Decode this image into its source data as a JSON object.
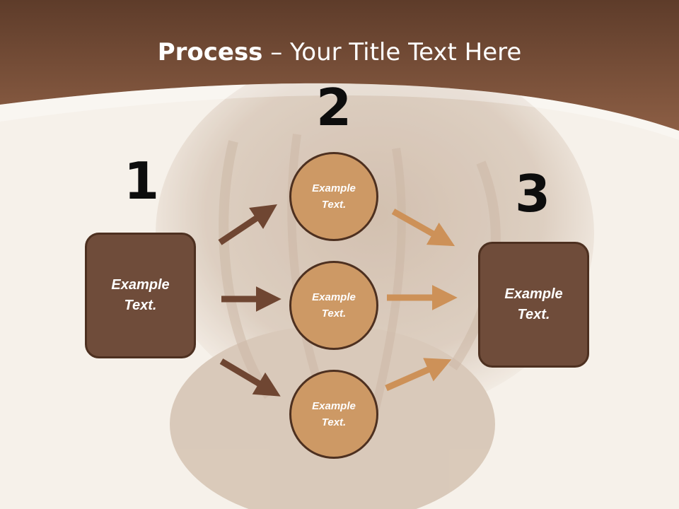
{
  "title": {
    "strong": "Process",
    "rest": " – Your Title Text Here"
  },
  "steps": [
    {
      "number": "1"
    },
    {
      "number": "2"
    },
    {
      "number": "3"
    }
  ],
  "left_box": {
    "text": "Example Text."
  },
  "right_box": {
    "text": "Example Text."
  },
  "circles": [
    {
      "text": "Example Text."
    },
    {
      "text": "Example Text."
    },
    {
      "text": "Example Text."
    }
  ],
  "colors": {
    "header": "#7a5038",
    "box_fill": "#6f4c3a",
    "circle_fill": "#cd9965",
    "arrow_dark": "#6f4632",
    "arrow_light": "#cd9158"
  }
}
